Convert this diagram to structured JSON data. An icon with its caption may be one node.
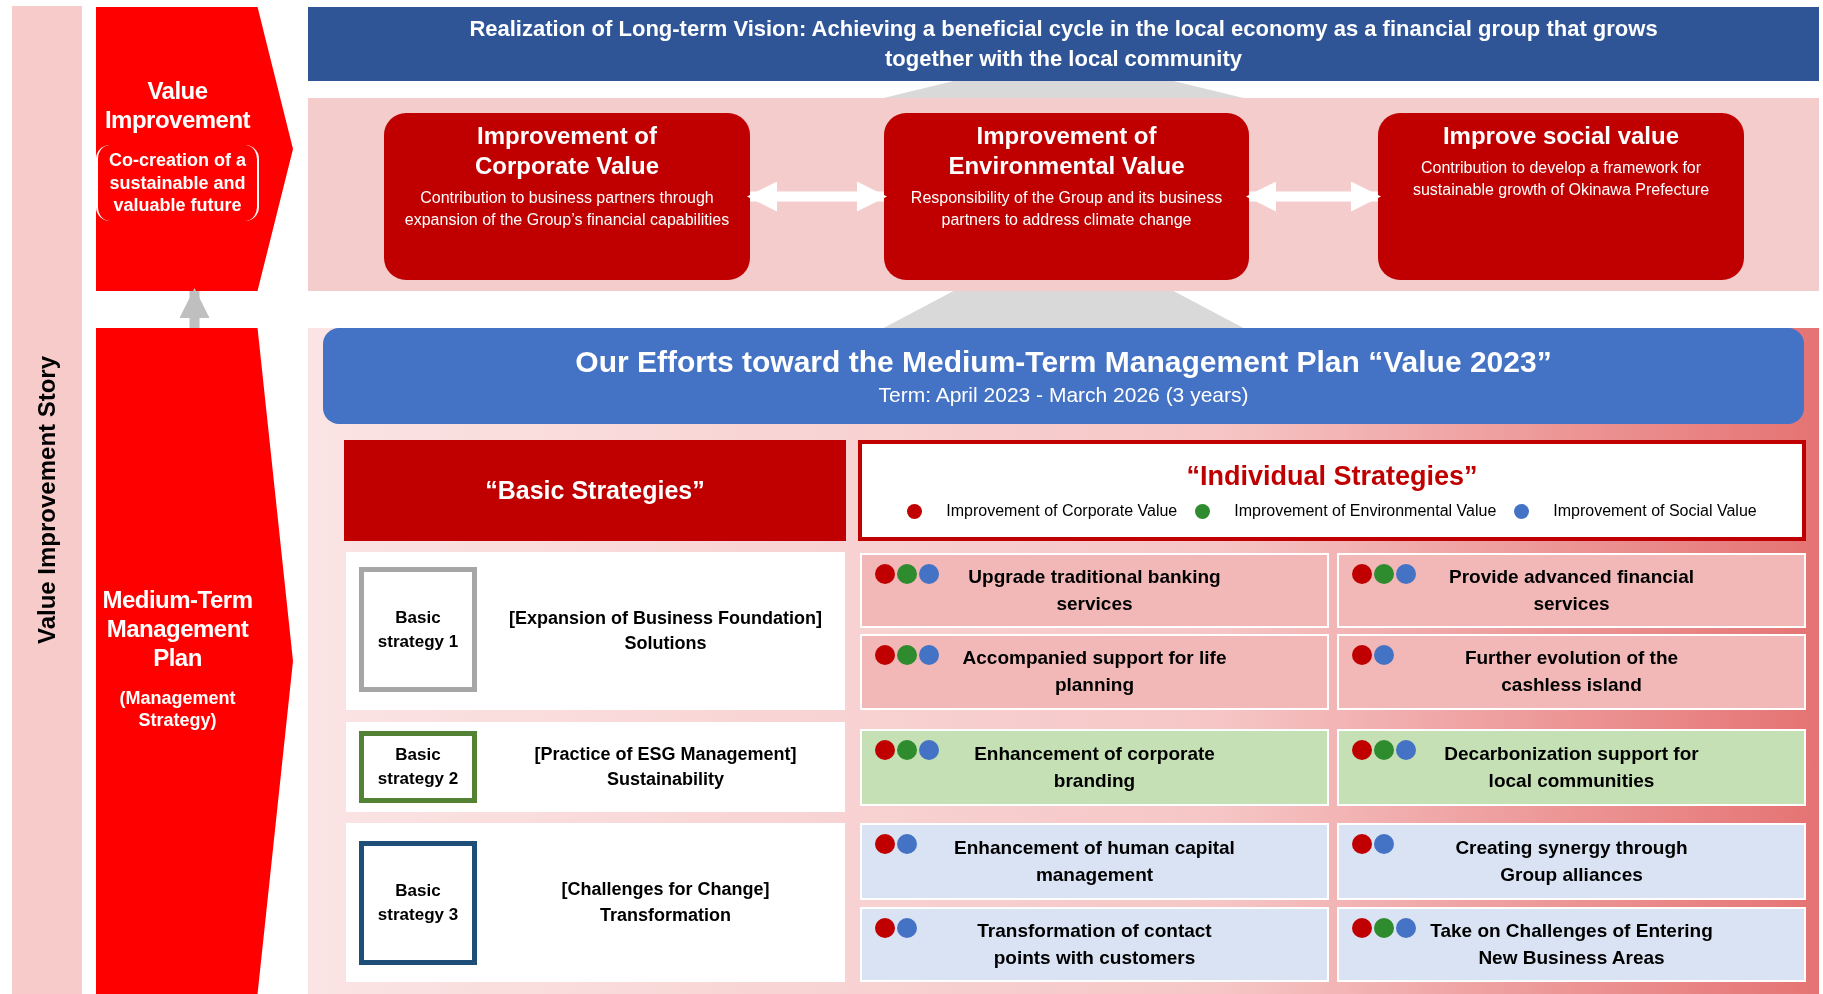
{
  "diagram": {
    "nodes": [
      {
        "text": [
          "Value Improvement Story"
        ]
      },
      {
        "text": [
          "Value Improvement",
          "Co-creation of a sustainable and valuable future"
        ]
      },
      {
        "text": [
          "Medium-Term Management Plan",
          "(Management Strategy)"
        ]
      },
      {
        "text": [
          "Realization of Long-term Vision: Achieving a beneficial cycle in the local economy as a financial group that grows together with the local community"
        ]
      },
      {
        "text": [],
        "shape": "box"
      },
      {
        "text": [
          "Improvement of Corporate Value",
          "Contribution to business partners through expansion of the Group’s financial capabilities"
        ],
        "in": 4
      },
      {
        "text": [
          "Improvement of Environmental Value",
          "Responsibility of the Group and its business partners to address climate change"
        ],
        "in": 4
      },
      {
        "text": [
          "Improve social value",
          "Contribution to develop a framework for sustainable growth of Okinawa Prefecture"
        ],
        "in": 4
      },
      {
        "text": [
          "Our Efforts toward the Medium-Term Management Plan “Value 2023”",
          "Term: April 2023 - March 2026 (3 years)"
        ]
      },
      {
        "text": [
          "“Basic Strategies”"
        ],
        "in": 8
      },
      {
        "text": [
          "“Individual Strategies”"
        ],
        "in": 8
      },
      {
        "text": [
          "[Expansion of Business Foundation] Solutions"
        ],
        "in": 8
      },
      {
        "text": [
          "Basic strategy 1"
        ],
        "in": 11
      },
      {
        "text": [
          "Upgrade traditional banking services"
        ],
        "in": 8
      },
      {
        "text": [
          "Provide advanced financial services"
        ],
        "in": 8
      },
      {
        "text": [
          "Accompanied support for life planning"
        ],
        "in": 8
      },
      {
        "text": [
          "Further evolution of the cashless island"
        ],
        "in": 8
      },
      {
        "text": [
          "[Practice of ESG Management] Sustainability"
        ],
        "in": 8
      },
      {
        "text": [
          "Basic strategy 2"
        ],
        "in": 17
      },
      {
        "text": [
          "Enhancement of corporate branding"
        ],
        "in": 8
      },
      {
        "text": [
          "Decarbonization support for local communities"
        ],
        "in": 8
      },
      {
        "text": [
          "[Challenges for Change] Transformation"
        ],
        "in": 8
      },
      {
        "text": [
          "Basic strategy 3"
        ],
        "in": 21
      },
      {
        "text": [
          "Enhancement of human capital management"
        ],
        "in": 8
      },
      {
        "text": [
          "Creating synergy through Group alliances"
        ],
        "in": 8
      },
      {
        "text": [
          "Transformation of contact points with customers"
        ],
        "in": 8
      },
      {
        "text": [
          "Take on Challenges of Entering New Business Areas"
        ],
        "in": 8
      }
    ],
    "edges": [
      {
        "from": 2,
        "to": 1,
        "arrow": "to",
        "color": "#bfbfbf"
      },
      {
        "from": 4,
        "to": 3,
        "arrow": "none",
        "style": "thick",
        "color": "#d9d9d9"
      },
      {
        "from": 5,
        "to": 6,
        "arrow": "both",
        "color": "#ffffff"
      },
      {
        "from": 6,
        "to": 7,
        "arrow": "both",
        "color": "#ffffff"
      },
      {
        "from": 8,
        "to": 4,
        "arrow": "none",
        "style": "thick",
        "color": "#d9d9d9"
      }
    ],
    "legend": [
      {
        "text": "Improvement of Corporate Value",
        "color": "#c00000"
      },
      {
        "text": "Improvement of Environmental Value",
        "color": "#2e8b2e"
      },
      {
        "text": "Improvement of Social Value",
        "color": "#4472c4"
      }
    ]
  }
}
